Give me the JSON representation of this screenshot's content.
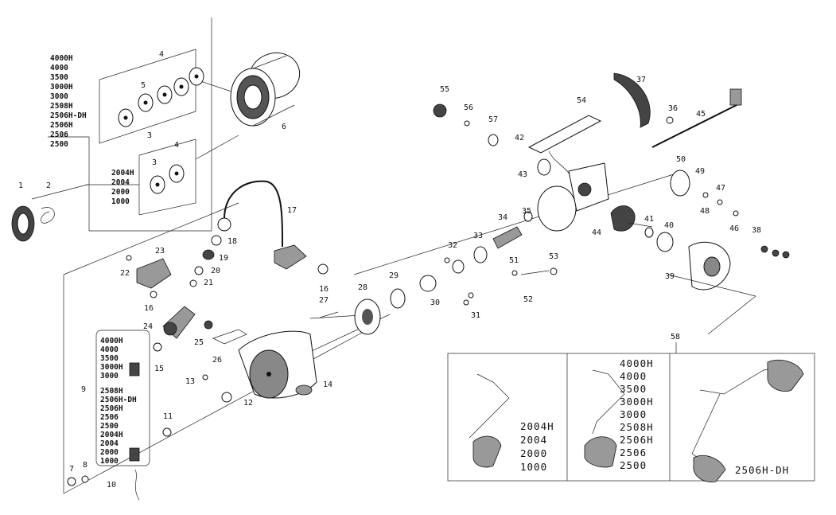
{
  "spool_models_a": [
    "4000H",
    "4000",
    "3500",
    "3000H",
    "3000",
    "2508H",
    "2506H-DH",
    "2506H",
    "2506",
    "2500"
  ],
  "spool_models_b": [
    "2004H",
    "2004",
    "2000",
    "1000"
  ],
  "bail_models": [
    "4000H",
    "4000",
    "3500",
    "3000H",
    "3000",
    "2508H",
    "2506H-DH",
    "2506H",
    "2506",
    "2500",
    "2004H",
    "2004",
    "2000",
    "1000"
  ],
  "handle_models_1": [
    "2004H",
    "2004",
    "2000",
    "1000"
  ],
  "handle_models_2": [
    "4000H",
    "4000",
    "3500",
    "3000H",
    "3000",
    "2508H",
    "2506H",
    "2506",
    "2500"
  ],
  "handle_models_3": [
    "2506H-DH"
  ],
  "parts": {
    "p1": "1",
    "p2": "2",
    "p3a": "3",
    "p3b": "3",
    "p4a": "4",
    "p4b": "4",
    "p5": "5",
    "p6": "6",
    "p7": "7",
    "p8": "8",
    "p9": "9",
    "p10": "10",
    "p11": "11",
    "p12": "12",
    "p13": "13",
    "p14": "14",
    "p15": "15",
    "p16a": "16",
    "p16b": "16",
    "p17": "17",
    "p18": "18",
    "p19": "19",
    "p20": "20",
    "p21": "21",
    "p22": "22",
    "p23": "23",
    "p24": "24",
    "p25": "25",
    "p26": "26",
    "p27": "27",
    "p28": "28",
    "p29": "29",
    "p30": "30",
    "p31": "31",
    "p32": "32",
    "p33": "33",
    "p34": "34",
    "p35": "35",
    "p36": "36",
    "p37": "37",
    "p38": "38",
    "p39": "39",
    "p40": "40",
    "p41": "41",
    "p42": "42",
    "p43": "43",
    "p44": "44",
    "p45": "45",
    "p46": "46",
    "p47": "47",
    "p48": "48",
    "p49": "49",
    "p50": "50",
    "p51": "51",
    "p52": "52",
    "p53": "53",
    "p54": "54",
    "p55": "55",
    "p56": "56",
    "p57": "57",
    "p58": "58"
  }
}
